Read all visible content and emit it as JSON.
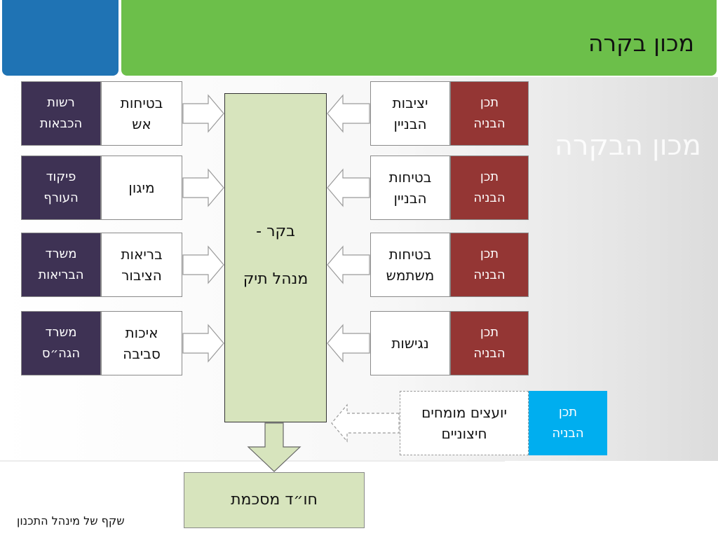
{
  "header": {
    "title": "מכון בקרה"
  },
  "ghost_title": "מכון\nהבקרה",
  "central": {
    "label": "בקר -\n\nמנהל תיק"
  },
  "left_rows": [
    {
      "authority": "רשות\nהכבאות",
      "category": "בטיחות\nאש"
    },
    {
      "authority": "פיקוד\nהעורף",
      "category": "מיגון"
    },
    {
      "authority": "משרד\nהבריאות",
      "category": "בריאות\nהציבור"
    },
    {
      "authority": "משרד\nהגה״ס",
      "category": "איכות\nסביבה"
    }
  ],
  "right_rows": [
    {
      "topic": "יציבות\nהבניין",
      "plan": "תכן\nהבניה"
    },
    {
      "topic": "בטיחות\nהבניין",
      "plan": "תכן\nהבניה"
    },
    {
      "topic": "בטיחות\nמשתמש",
      "plan": "תכן\nהבניה"
    },
    {
      "topic": "נגישות",
      "plan": "תכן\nהבניה"
    }
  ],
  "consultants": {
    "label": "יועצים מומחים\nחיצוניים",
    "plan": "תכן\nהבניה"
  },
  "result": {
    "label": "חו״ד מסכמת"
  },
  "footer": {
    "text": "שקף של מינהל התכנון"
  },
  "colors": {
    "header_green": "#6cbf4a",
    "header_blue": "#1f73b4",
    "authority": "#3e3254",
    "plan": "#943634",
    "plan_external": "#00aeef",
    "central": "#d7e4bd"
  }
}
